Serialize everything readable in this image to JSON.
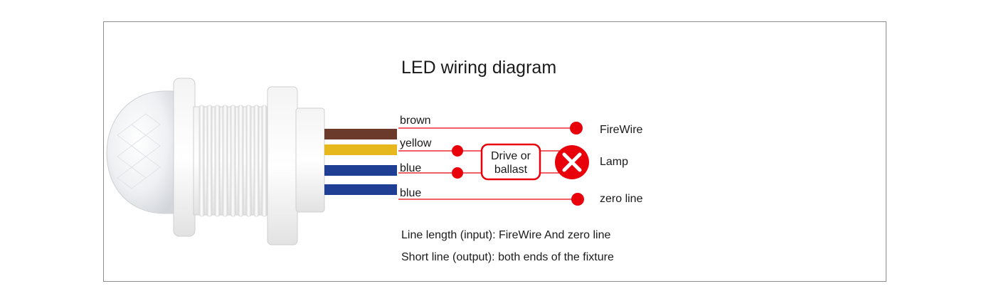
{
  "title": "LED wiring diagram",
  "wires": [
    {
      "label": "brown",
      "color": "#6b3a2a"
    },
    {
      "label": "yellow",
      "color": "#e6b81e"
    },
    {
      "label": "blue",
      "color": "#1f3f95"
    },
    {
      "label": "blue",
      "color": "#1f3f95"
    }
  ],
  "device": {
    "label_line1": "Drive or",
    "label_line2": "ballast"
  },
  "terminals": {
    "firewire": "FireWire",
    "lamp": "Lamp",
    "zero": "zero line"
  },
  "notes": {
    "line1": "Line length (input): FireWire And zero line",
    "line2": "Short line (output): both ends of the fixture"
  },
  "colors": {
    "line": "#e8000b",
    "accent": "#e8000b",
    "frame": "#8c8c8c"
  },
  "icons": {
    "lamp": "lamp-cross-icon",
    "sensor": "pir-sensor-icon"
  }
}
